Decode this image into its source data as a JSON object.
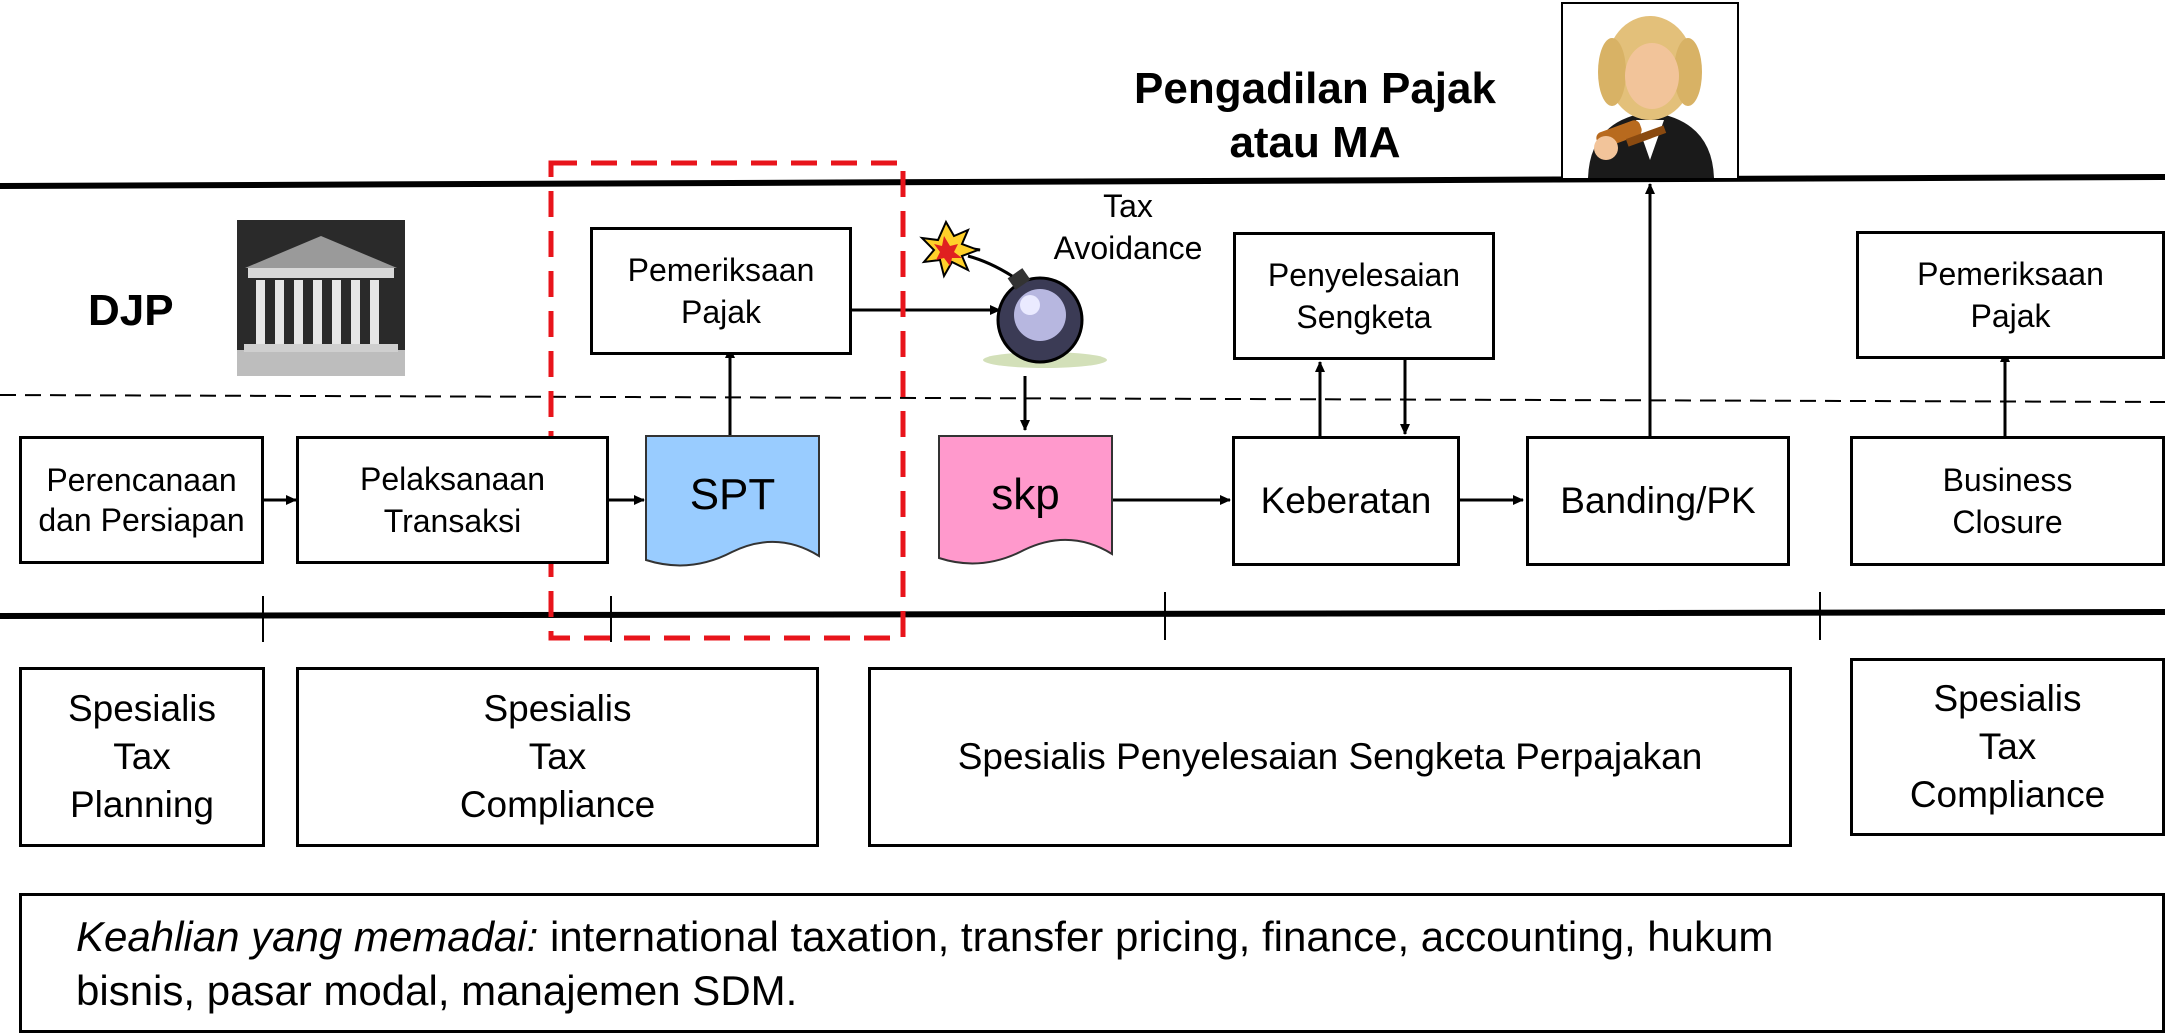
{
  "header": {
    "court_title": "Pengadilan Pajak\natau MA",
    "djp_label": "DJP"
  },
  "top_boxes": {
    "pemeriksaan_1": "Pemeriksaan\nPajak",
    "tax_avoidance": "Tax\nAvoidance",
    "penyelesaian": "Penyelesaian\nSengketa",
    "pemeriksaan_2": "Pemeriksaan\nPajak"
  },
  "process": {
    "perencanaan": "Perencanaan\ndan Persiapan",
    "pelaksanaan": "Pelaksanaan\nTransaksi",
    "spt": "SPT",
    "skp": "skp",
    "keberatan": "Keberatan",
    "banding": "Banding/PK",
    "closure": "Business\nClosure"
  },
  "specialists": {
    "planning": "Spesialis\nTax\nPlanning",
    "compliance_1": "Spesialis\nTax\nCompliance",
    "dispute": "Spesialis Penyelesaian Sengketa Perpajakan",
    "compliance_2": "Spesialis\nTax\nCompliance"
  },
  "expertise": {
    "label": "Keahlian yang memadai:",
    "text": " international taxation, transfer pricing, finance, accounting, hukum\nbisnis, pasar modal, manajemen SDM."
  },
  "colors": {
    "spt_fill": "#99ccff",
    "skp_fill": "#ff99cc",
    "highlight_border": "#e8141b"
  },
  "icons": [
    "courthouse-icon",
    "bomb-icon",
    "judge-icon"
  ]
}
